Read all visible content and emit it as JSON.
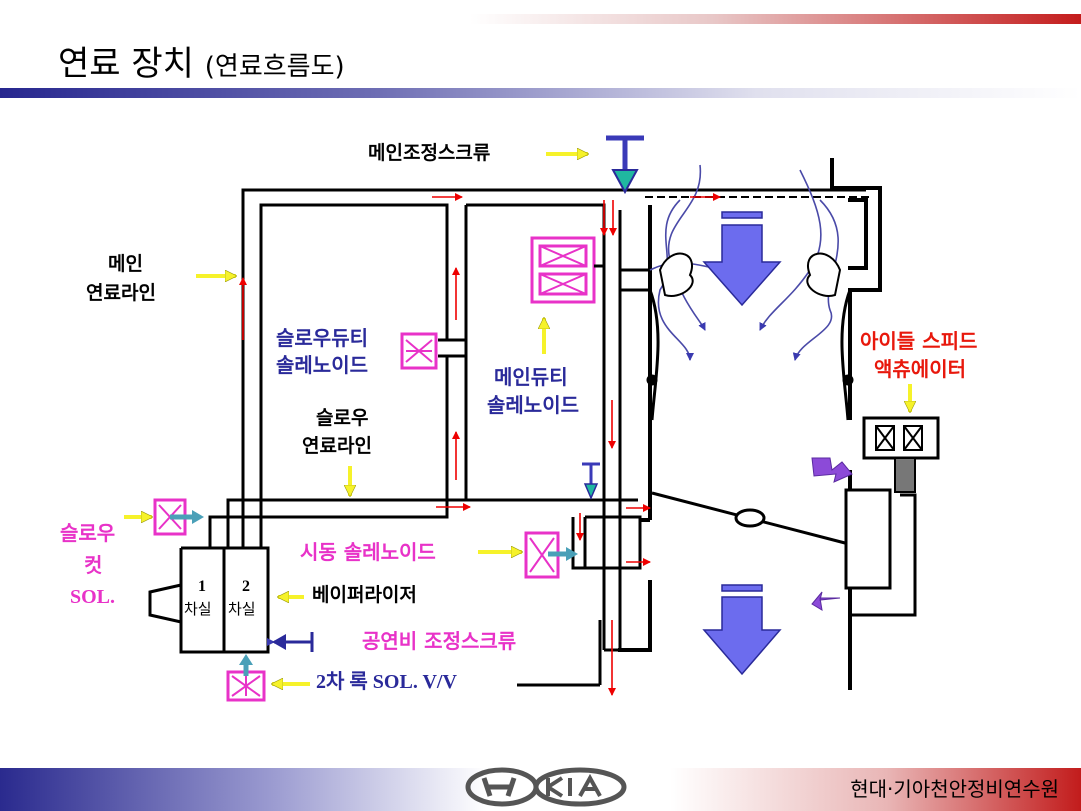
{
  "header": {
    "title": "연료 장치",
    "subtitle": "(연료흐름도)"
  },
  "labels": {
    "main_adjust_screw": "메인조정스크류",
    "main_fuel_line_1": "메인",
    "main_fuel_line_2": "연료라인",
    "slow_duty_1": "슬로우듀티",
    "slow_duty_2": "솔레노이드",
    "slow_fuel_1": "슬로우",
    "slow_fuel_2": "연료라인",
    "main_duty_1": "메인듀티",
    "main_duty_2": "솔레노이드",
    "idle_speed_1": "아이들 스피드",
    "idle_speed_2": "액츄에이터",
    "slow_cut_1": "슬로우",
    "slow_cut_2": "컷",
    "slow_cut_3": "SOL.",
    "start_solenoid": "시동 솔레노이드",
    "vaporizer": "베이퍼라이저",
    "air_fuel_screw": "공연비 조정스크류",
    "secondary_lock": "2차 록 SOL. V/V",
    "chamber1_num": "1",
    "chamber1_text": "차실",
    "chamber2_num": "2",
    "chamber2_text": "차실"
  },
  "footer": {
    "text": "현대·기아천안정비연수원"
  },
  "colors": {
    "magenta": "#e832c8",
    "blue": "#2a2a9a",
    "red": "#e8180c",
    "arrow_yellow": "#f6f22a",
    "flow_red": "#ee0000"
  }
}
